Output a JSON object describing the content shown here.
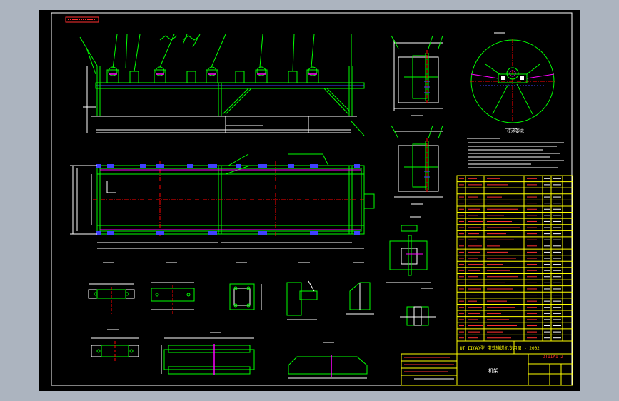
{
  "viewer": {
    "background": "#acb4bf",
    "sheet_color": "#000000"
  },
  "drawing": {
    "title_block": {
      "title_cn": "DT II(A)型 带式输送机专用图 - 2002",
      "drawing_no": "DTIIA1-2",
      "sheet_label": "机架"
    },
    "notes_heading": "技术要求",
    "palette": {
      "frame": "#ffffff",
      "part": "#00ff00",
      "dim": "#ffffff",
      "center": "#ff0000",
      "leader": "#00ff00",
      "highlight": "#ff00ff",
      "bolt": "#4040ff",
      "table": "#ffff00",
      "title_red": "#ff3030"
    }
  }
}
